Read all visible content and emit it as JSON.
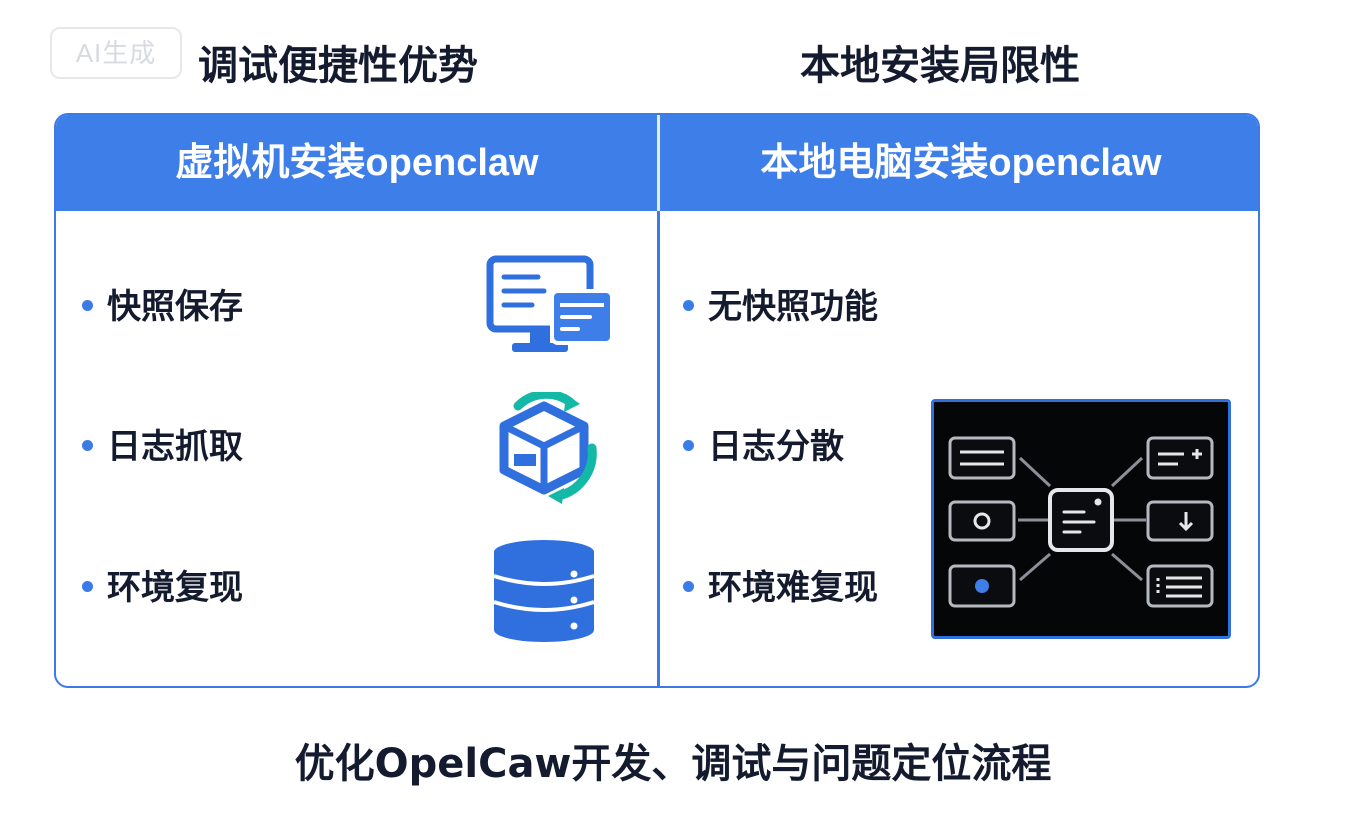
{
  "badge": "AI生成",
  "headings": {
    "left": "调试便捷性优势",
    "right": "本地安装局限性"
  },
  "columns": {
    "left": {
      "title": "虚拟机安装openclaw",
      "items": [
        "快照保存",
        "日志抓取",
        "环境复现"
      ],
      "icons": [
        "monitor-window-icon",
        "recycle-box-icon",
        "database-icon"
      ]
    },
    "right": {
      "title": "本地电脑安装openclaw",
      "items": [
        "无快照功能",
        "日志分散",
        "环境难复现"
      ],
      "icons": [
        "scattered-nodes-diagram-icon"
      ]
    }
  },
  "footer": "优化OpelCaw开发、调试与问题定位流程",
  "colors": {
    "accent": "#3d7ee9",
    "icon_blue": "#2f6fde",
    "icon_teal": "#14b8a6",
    "diagram_bg": "#050608"
  }
}
